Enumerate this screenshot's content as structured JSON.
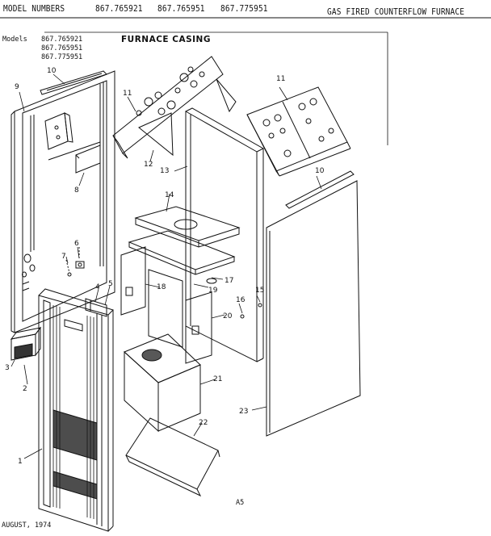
{
  "header": {
    "model_label": "MODEL NUMBERS",
    "model_numbers": [
      "867.765921",
      "867.765951",
      "867.775951"
    ],
    "title": "GAS FIRED COUNTERFLOW FURNACE"
  },
  "models_block": {
    "label": "Models",
    "numbers": [
      "867.765921",
      "867.765951",
      "867.775951"
    ]
  },
  "section_title": "FURNACE CASING",
  "callouts": [
    "1",
    "2",
    "3",
    "4",
    "5",
    "6",
    "7",
    "8",
    "9",
    "10",
    "10",
    "11",
    "11",
    "12",
    "13",
    "14",
    "15",
    "16",
    "17",
    "18",
    "19",
    "20",
    "21",
    "22",
    "23"
  ],
  "footer": {
    "date": "AUGUST, 1974",
    "page_code": "A5"
  },
  "colors": {
    "ink": "#111111",
    "paper": "#ffffff"
  }
}
